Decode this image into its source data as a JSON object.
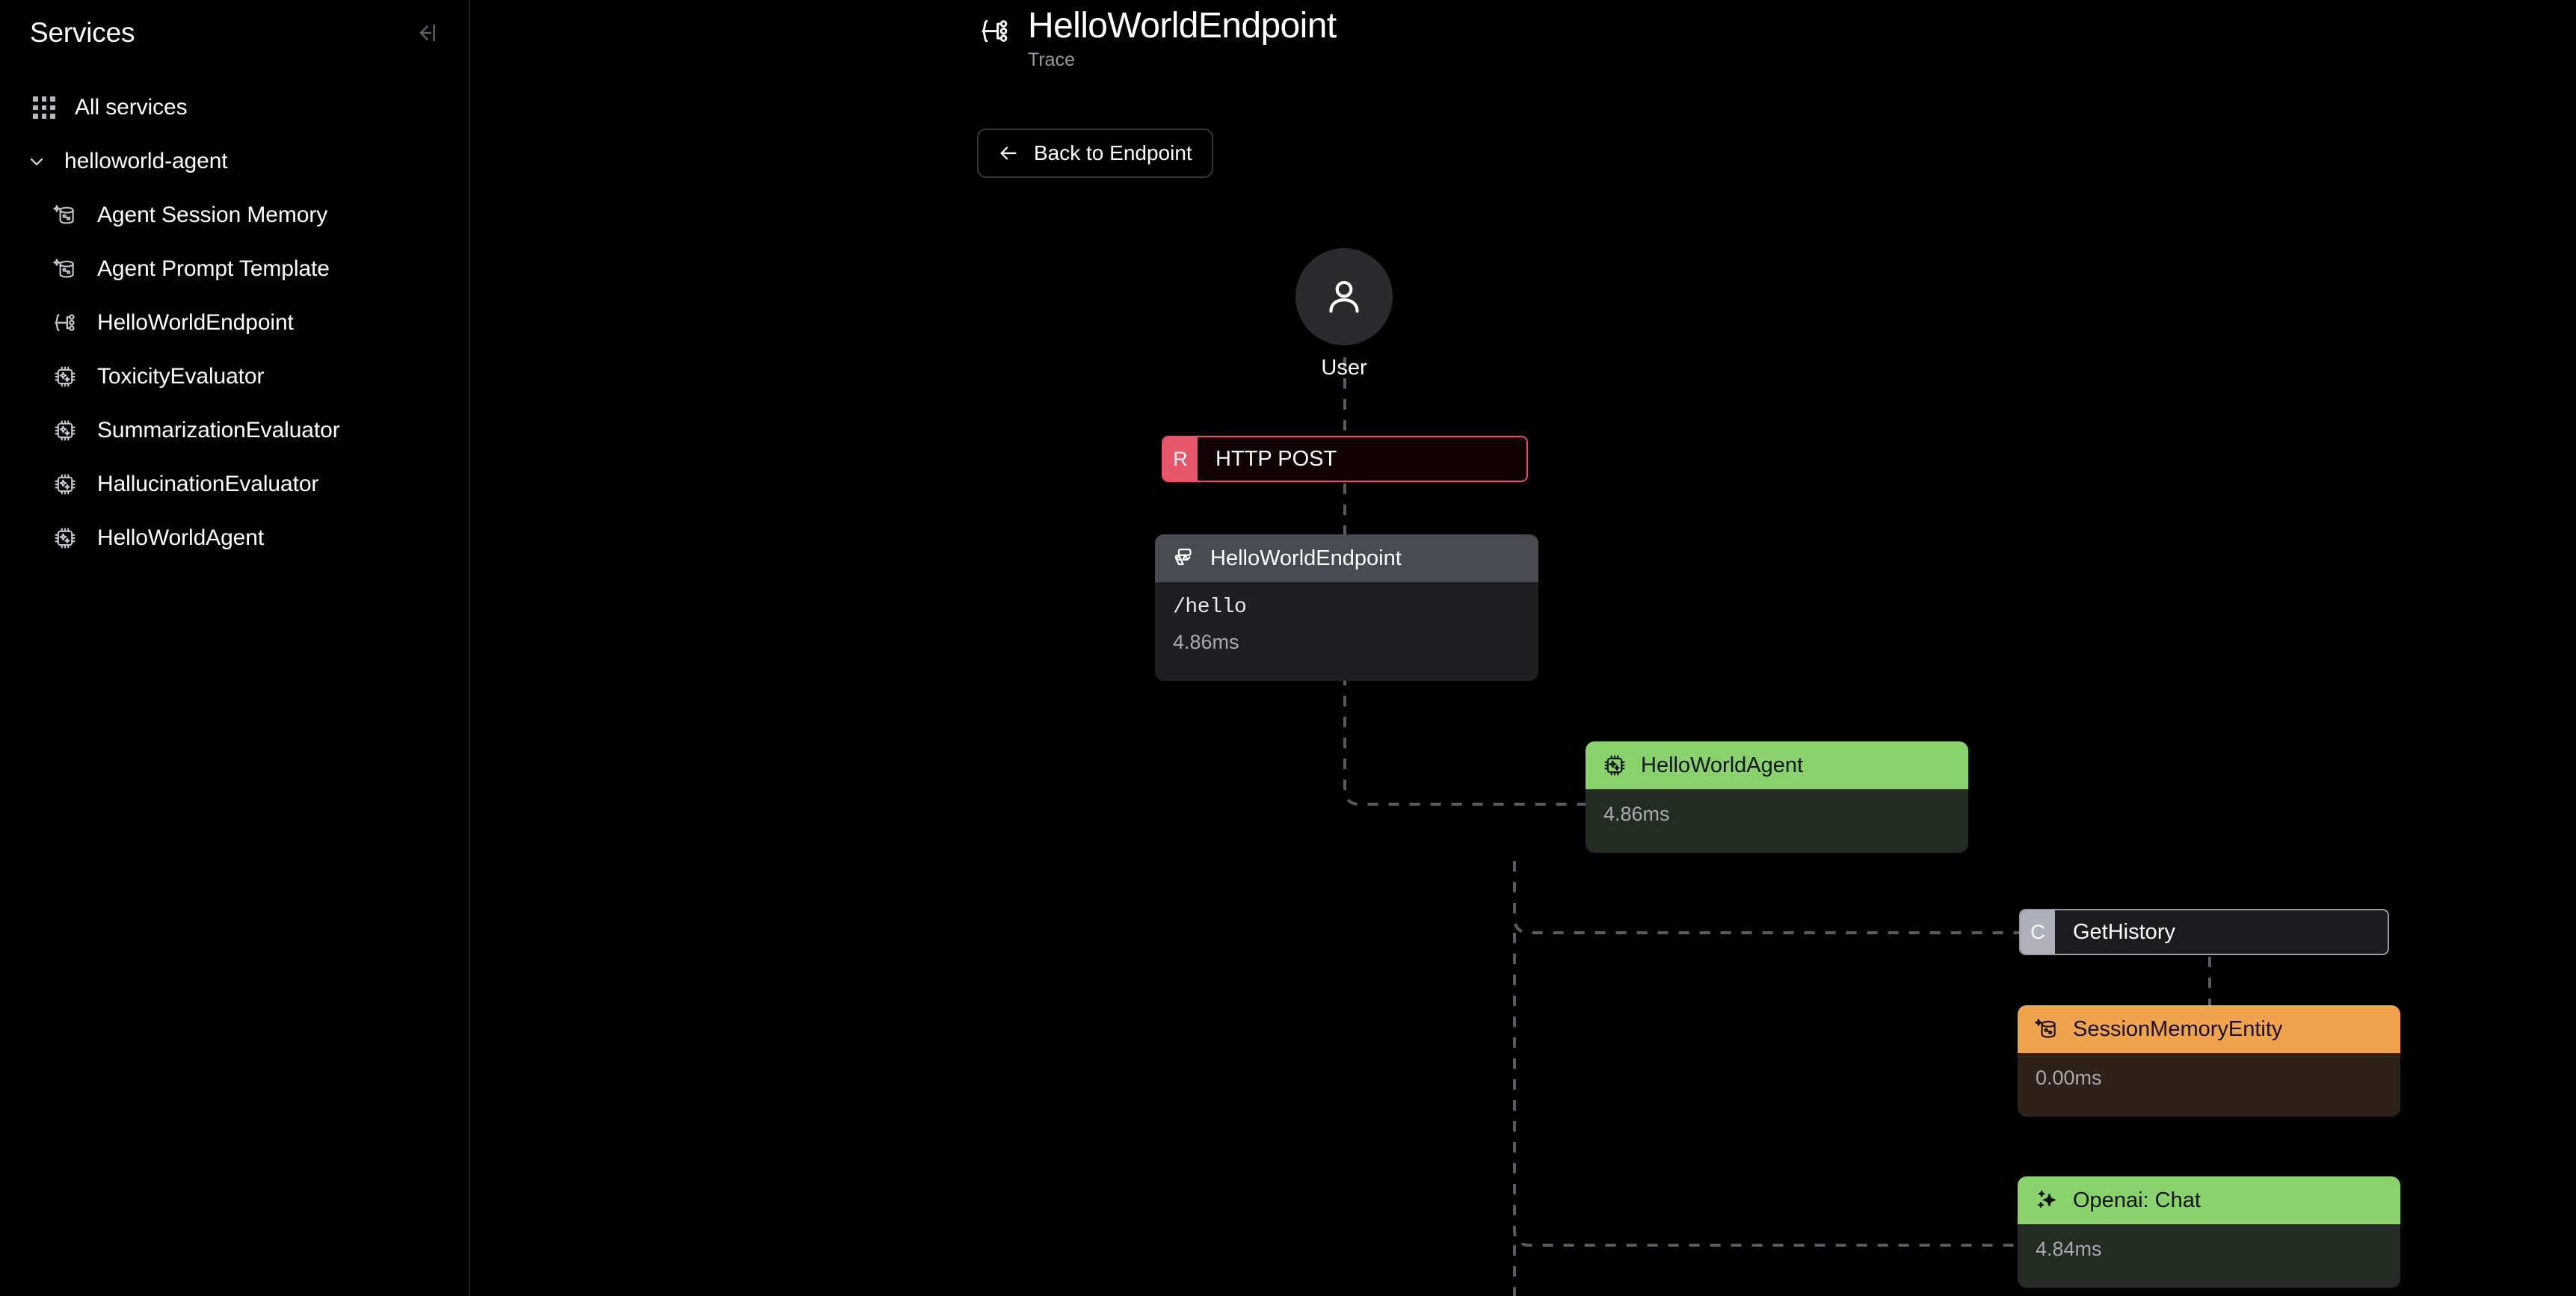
{
  "sidebar": {
    "title": "Services",
    "collapse_icon": "collapse-sidebar-icon",
    "all_services": {
      "label": "All services",
      "icon": "grid-dots-icon"
    },
    "group": {
      "label": "helloworld-agent",
      "icon": "chevron-down-icon",
      "expanded": true
    },
    "items": [
      {
        "label": "Agent Session Memory",
        "icon": "database-sparkle-icon"
      },
      {
        "label": "Agent Prompt Template",
        "icon": "database-sparkle-icon"
      },
      {
        "label": "HelloWorldEndpoint",
        "icon": "endpoint-icon"
      },
      {
        "label": "ToxicityEvaluator",
        "icon": "chip-sparkle-icon"
      },
      {
        "label": "SummarizationEvaluator",
        "icon": "chip-sparkle-icon"
      },
      {
        "label": "HallucinationEvaluator",
        "icon": "chip-sparkle-icon"
      },
      {
        "label": "HelloWorldAgent",
        "icon": "chip-sparkle-icon"
      }
    ]
  },
  "header": {
    "icon": "endpoint-icon",
    "title": "HelloWorldEndpoint",
    "subtitle": "Trace"
  },
  "toolbar": {
    "back_label": "Back to Endpoint",
    "back_icon": "arrow-left-icon"
  },
  "graph": {
    "user": {
      "label": "User",
      "icon": "user-icon"
    },
    "request_span": {
      "badge": "R",
      "label": "HTTP POST",
      "color": "#ef4e63"
    },
    "endpoint_card": {
      "title": "HelloWorldEndpoint",
      "icon": "endpoint-card-icon",
      "path": "/hello",
      "duration": "4.86ms",
      "color": "#4a4a52"
    },
    "agent_card": {
      "title": "HelloWorldAgent",
      "icon": "chip-sparkle-icon",
      "duration": "4.86ms",
      "color": "#8ad36c"
    },
    "call_span": {
      "badge": "C",
      "label": "GetHistory",
      "color": "#b0b0bb"
    },
    "memory_card": {
      "title": "SessionMemoryEntity",
      "icon": "database-sparkle-icon",
      "duration": "0.00ms",
      "color": "#efa44c"
    },
    "llm_card": {
      "title": "Openai: Chat",
      "icon": "sparkles-icon",
      "duration": "4.84ms",
      "color": "#8ad36c"
    }
  }
}
